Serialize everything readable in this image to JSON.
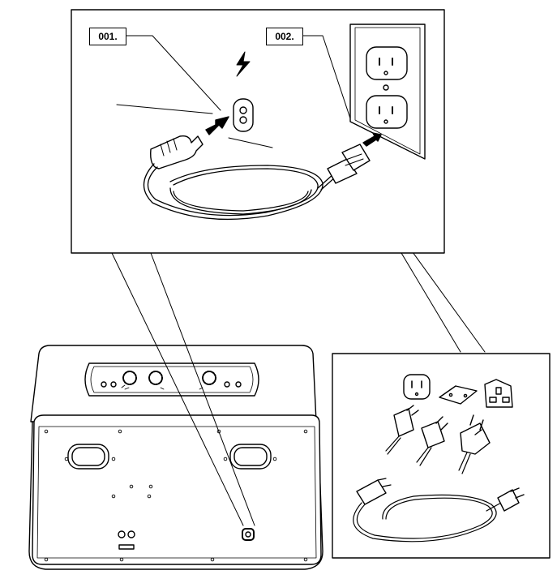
{
  "steps": [
    {
      "label": "001."
    },
    {
      "label": "002."
    }
  ],
  "icons": {
    "power": "lightning-bolt-icon",
    "arrow": "insert-arrow-icon"
  },
  "plug_variants": [
    "us-plug",
    "eu-plug",
    "uk-plug"
  ],
  "colors": {
    "line": "#000000",
    "background": "#ffffff",
    "fill": "#ffffff"
  }
}
